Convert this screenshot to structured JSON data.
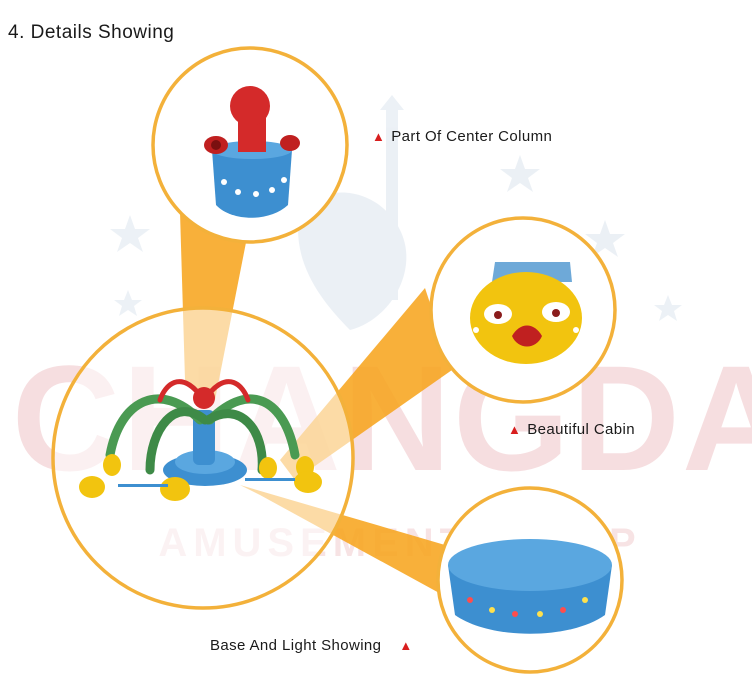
{
  "heading": "4. Details Showing",
  "callouts": {
    "center_column": "Part Of Center Column",
    "cabin": "Beautiful Cabin",
    "base": "Base And Light Showing"
  },
  "icons": {
    "marker": "red-triangle-icon"
  },
  "colors": {
    "ring": "#f3b13a",
    "beam": "#f7a51f",
    "marker": "#d81e1e",
    "watermark": "#c2202b",
    "ride_blue": "#3d8fd0",
    "octopus_red": "#d42a2a",
    "cabin_yellow": "#f2c40f"
  },
  "watermark": {
    "brand": "CHANGDA",
    "sub": "AMUSEMENT EQUIP"
  }
}
